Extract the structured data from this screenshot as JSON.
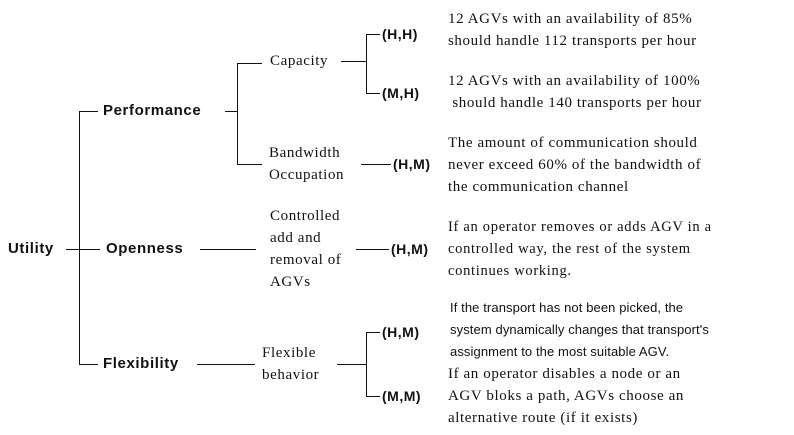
{
  "root": "Utility",
  "attributes": {
    "performance": "Performance",
    "openness": "Openness",
    "flexibility": "Flexibility"
  },
  "refinements": {
    "capacity": "Capacity",
    "bandwidth": [
      "Bandwidth",
      "Occupation"
    ],
    "controlled": [
      "Controlled",
      "add and",
      "removal of",
      "AGVs"
    ],
    "flexible": [
      "Flexible",
      "behavior"
    ]
  },
  "scenarios": [
    {
      "priority": "(H,H)",
      "lines": [
        "12 AGVs with an availability of 85%",
        "should handle 112 transports per hour"
      ]
    },
    {
      "priority": "(M,H)",
      "lines": [
        "12 AGVs with an availability of 100%",
        " should handle 140 transports per hour"
      ]
    },
    {
      "priority": "(H,M)",
      "lines": [
        "The amount of communication should",
        "never exceed 60% of the bandwidth of",
        "the communication channel"
      ]
    },
    {
      "priority": "(H,M)",
      "lines": [
        "If an operator removes or adds AGV in a",
        "controlled way, the rest of the system",
        "continues working."
      ]
    },
    {
      "priority": "(H,M)",
      "lines": [
        "If the transport has not been picked, the",
        "system dynamically changes that transport's",
        "assignment to the most suitable AGV."
      ]
    },
    {
      "priority": "(M,M)",
      "lines": [
        "If an operator disables a node or an",
        "AGV bloks a path, AGVs choose an",
        "alternative route (if it exists)"
      ]
    }
  ]
}
